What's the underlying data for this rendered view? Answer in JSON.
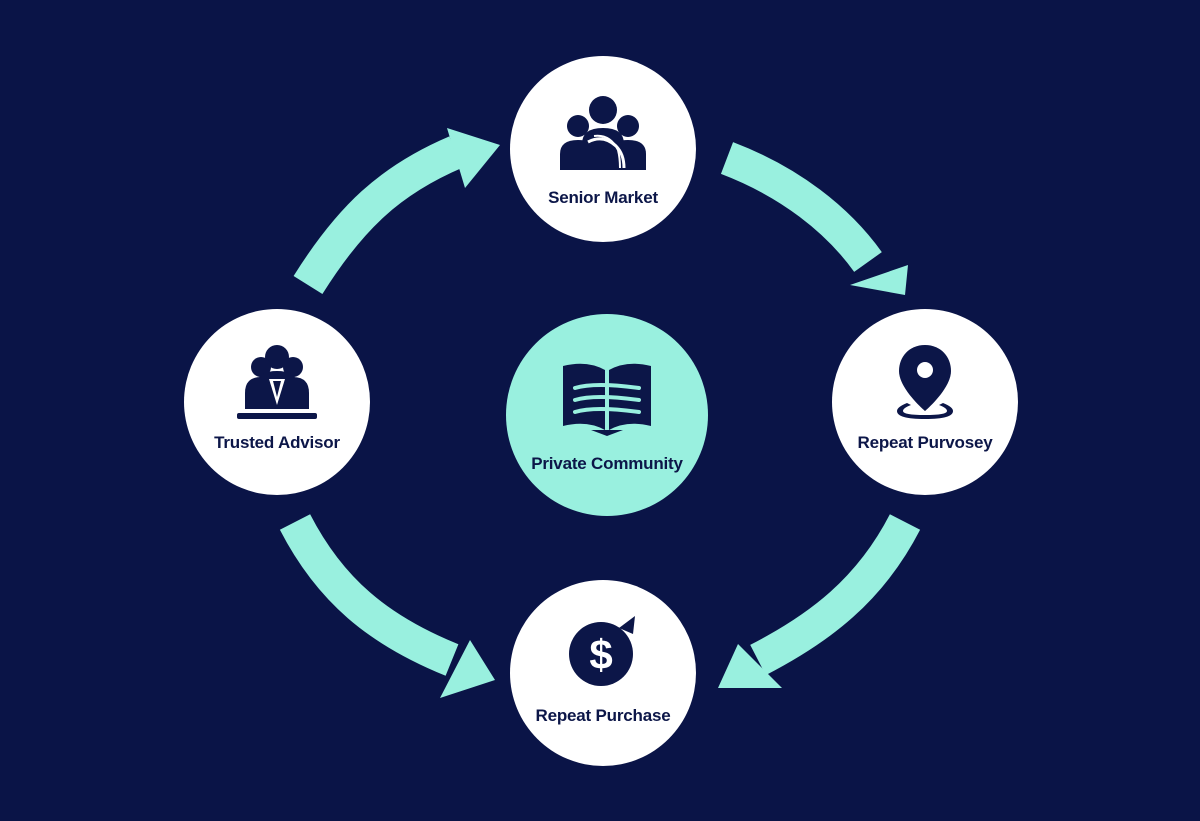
{
  "diagram": {
    "colors": {
      "background": "#0a1447",
      "node_fill": "#ffffff",
      "center_fill": "#99f0df",
      "arrow": "#99f0df",
      "ink": "#0c1648"
    },
    "center": {
      "label": "Private Community",
      "icon": "open-book-icon"
    },
    "nodes": {
      "top": {
        "label": "Senior Market",
        "icon": "people-group-icon"
      },
      "right": {
        "label": "Repeat Purvosey",
        "icon": "location-pin-icon"
      },
      "bottom": {
        "label": "Repeat Purchase",
        "icon": "dollar-coin-icon"
      },
      "left": {
        "label": "Trusted Advisor",
        "icon": "advisor-icon"
      }
    },
    "flows": [
      {
        "from": "Trusted Advisor",
        "to": "Senior Market"
      },
      {
        "from": "Senior Market",
        "to": "Repeat Purvosey"
      },
      {
        "from": "Repeat Purvosey",
        "to": "Repeat Purchase"
      },
      {
        "from": "Trusted Advisor",
        "to": "Repeat Purchase"
      }
    ]
  }
}
